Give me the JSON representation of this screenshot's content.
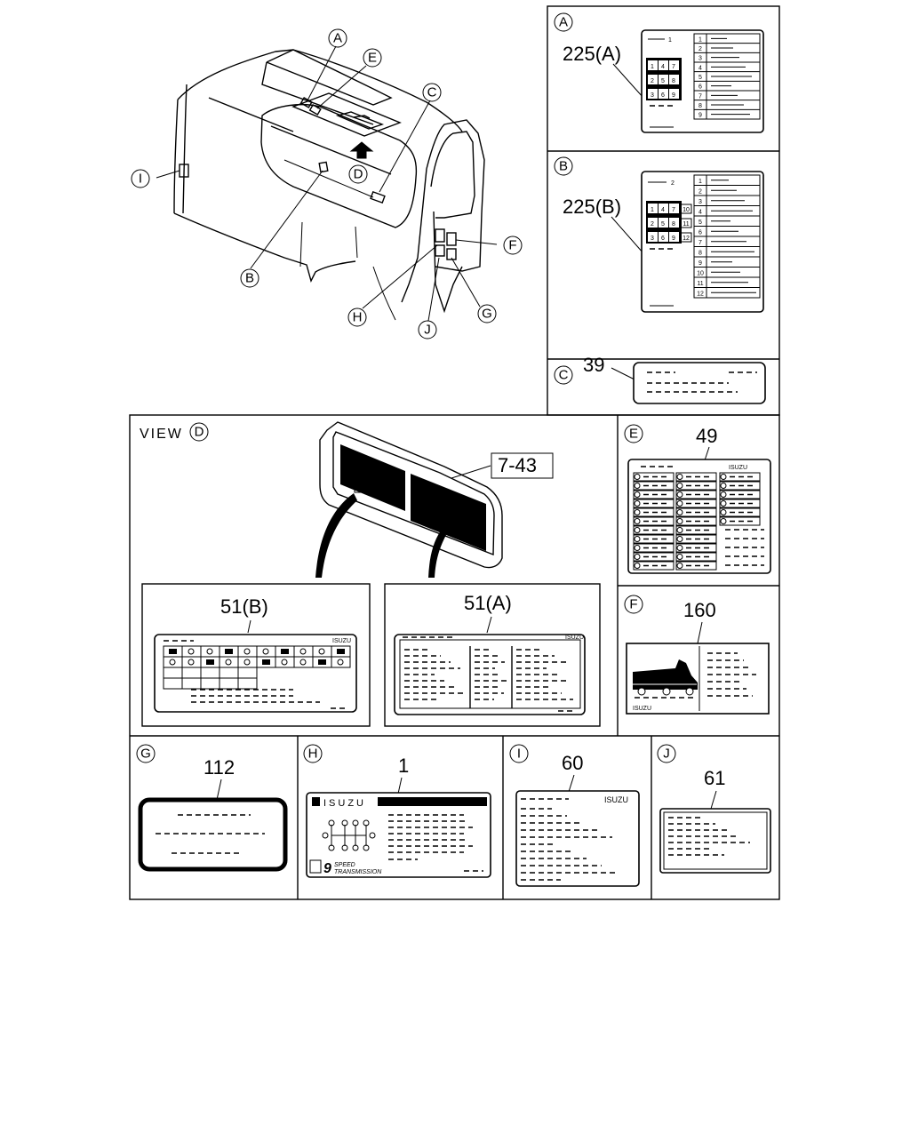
{
  "callouts": {
    "A": "A",
    "B": "B",
    "C": "C",
    "D": "D",
    "E": "E",
    "F": "F",
    "G": "G",
    "H": "H",
    "I": "I",
    "J": "J"
  },
  "view_label": "VIEW",
  "parts": {
    "a": "225(A)",
    "b": "225(B)",
    "c": "39",
    "d_bracket": "7-43",
    "d_left": "51(B)",
    "d_right": "51(A)",
    "e": "49",
    "f": "160",
    "g": "112",
    "h": "1",
    "i": "60",
    "j": "61"
  },
  "label_a": {
    "rows": [
      "1",
      "2",
      "3",
      "4",
      "5",
      "6",
      "7",
      "8",
      "9"
    ],
    "keys": [
      "1",
      "4",
      "7",
      "2",
      "5",
      "8",
      "3",
      "6",
      "9"
    ],
    "header": "1"
  },
  "label_b": {
    "rows": [
      "1",
      "2",
      "3",
      "4",
      "5",
      "6",
      "7",
      "8",
      "9",
      "10",
      "11",
      "12"
    ],
    "keys": [
      "1",
      "4",
      "7",
      "2",
      "5",
      "8",
      "3",
      "6",
      "9"
    ],
    "side_keys": [
      "10",
      "11",
      "12"
    ],
    "header": "2"
  },
  "brand": "ISUZU",
  "transmission": {
    "badge": "9",
    "line1": "SPEED",
    "line2": "TRANSMISSION"
  }
}
